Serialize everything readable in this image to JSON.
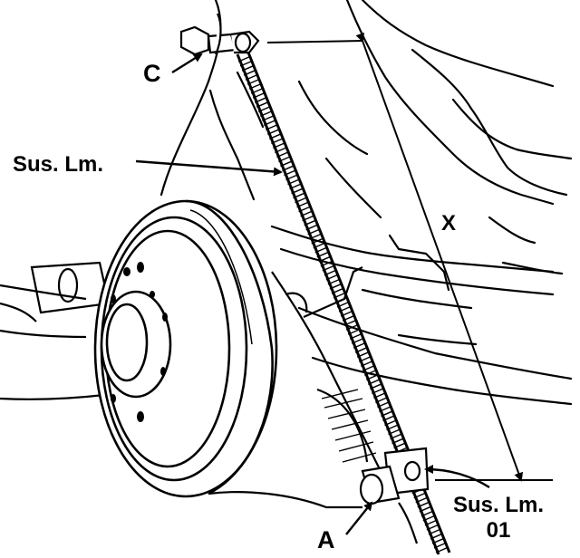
{
  "labels": {
    "c": "C",
    "suspension_tool": "Sus. Lm.",
    "x": "X",
    "a": "A",
    "suspension_tool_2": "Sus. Lm.",
    "suspension_tool_2_code": "01"
  },
  "colors": {
    "ink": "#000000",
    "paper": "#ffffff"
  }
}
